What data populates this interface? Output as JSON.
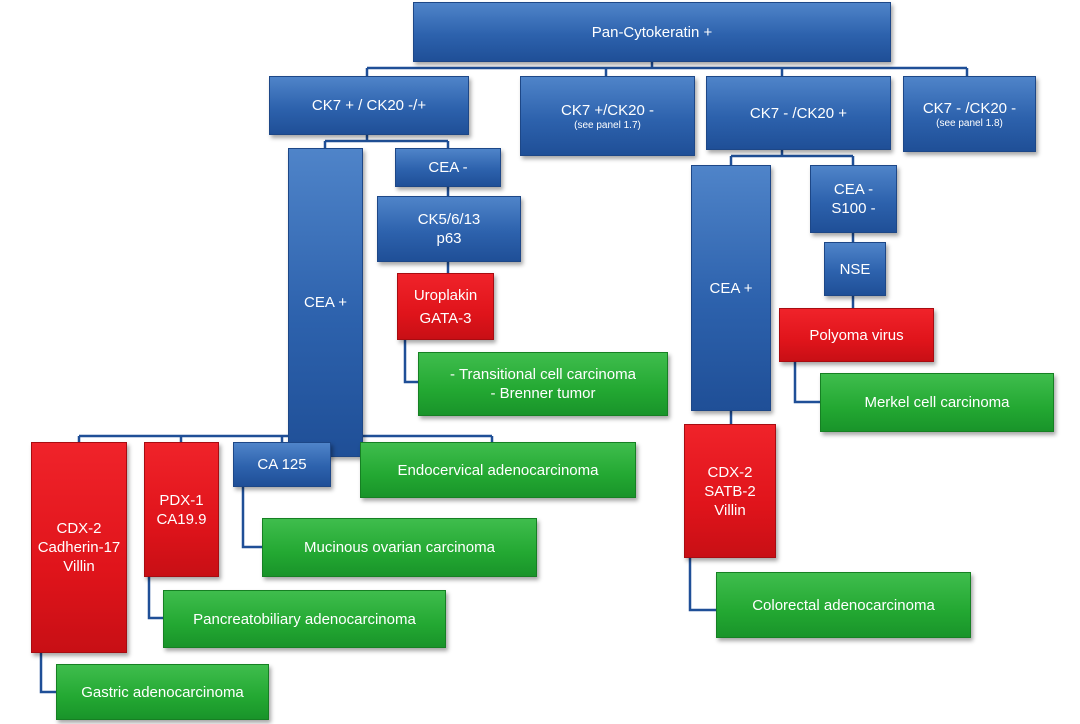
{
  "nodes": {
    "pan_ck": {
      "text": "Pan-Cytokeratin +"
    },
    "ck7p_ck20pm": {
      "text": "CK7 + / CK20 -/+"
    },
    "ck7p_ck20m": {
      "text": "CK7 +/CK20 -",
      "note": "(see panel 1.7)"
    },
    "ck7m_ck20p": {
      "text": "CK7 - /CK20 +"
    },
    "ck7m_ck20m": {
      "text": "CK7 - /CK20 -",
      "note": "(see panel 1.8)"
    },
    "cea_pos_left": {
      "text": "CEA +"
    },
    "cea_neg_left": {
      "text": "CEA  -"
    },
    "ck5613": {
      "line1": "CK5/6/13",
      "line2": "p63"
    },
    "uroplakin": {
      "line1": "Uroplakin",
      "line2": "GATA-3"
    },
    "transitional": {
      "line1": "- Transitional cell carcinoma",
      "line2": "- Brenner tumor"
    },
    "cdx2_cadherin": {
      "line1": "CDX-2",
      "line2": "Cadherin-17",
      "line3": "Villin"
    },
    "pdx1": {
      "line1": "PDX-1",
      "line2": "CA19.9"
    },
    "ca125": {
      "text": "CA 125"
    },
    "endocervical": {
      "text": "Endocervical adenocarcinoma"
    },
    "mucinous": {
      "text": "Mucinous ovarian carcinoma"
    },
    "pancreatobiliary": {
      "text": "Pancreatobiliary  adenocarcinoma"
    },
    "gastric": {
      "text": "Gastric adenocarcinoma"
    },
    "cea_pos_right": {
      "text": "CEA +"
    },
    "cea_s100": {
      "line1": "CEA -",
      "line2": "S100 -"
    },
    "nse": {
      "text": "NSE"
    },
    "polyoma": {
      "text": "Polyoma virus"
    },
    "merkel": {
      "text": "Merkel cell carcinoma"
    },
    "cdx2_satb2": {
      "line1": "CDX-2",
      "line2": "SATB-2",
      "line3": "Villin"
    },
    "colorectal": {
      "text": "Colorectal  adenocarcinoma"
    }
  },
  "colors": {
    "marker": "#2d62ad",
    "positive_marker": "#e0141b",
    "diagnosis": "#23a832",
    "connector": "#1f4f97"
  }
}
